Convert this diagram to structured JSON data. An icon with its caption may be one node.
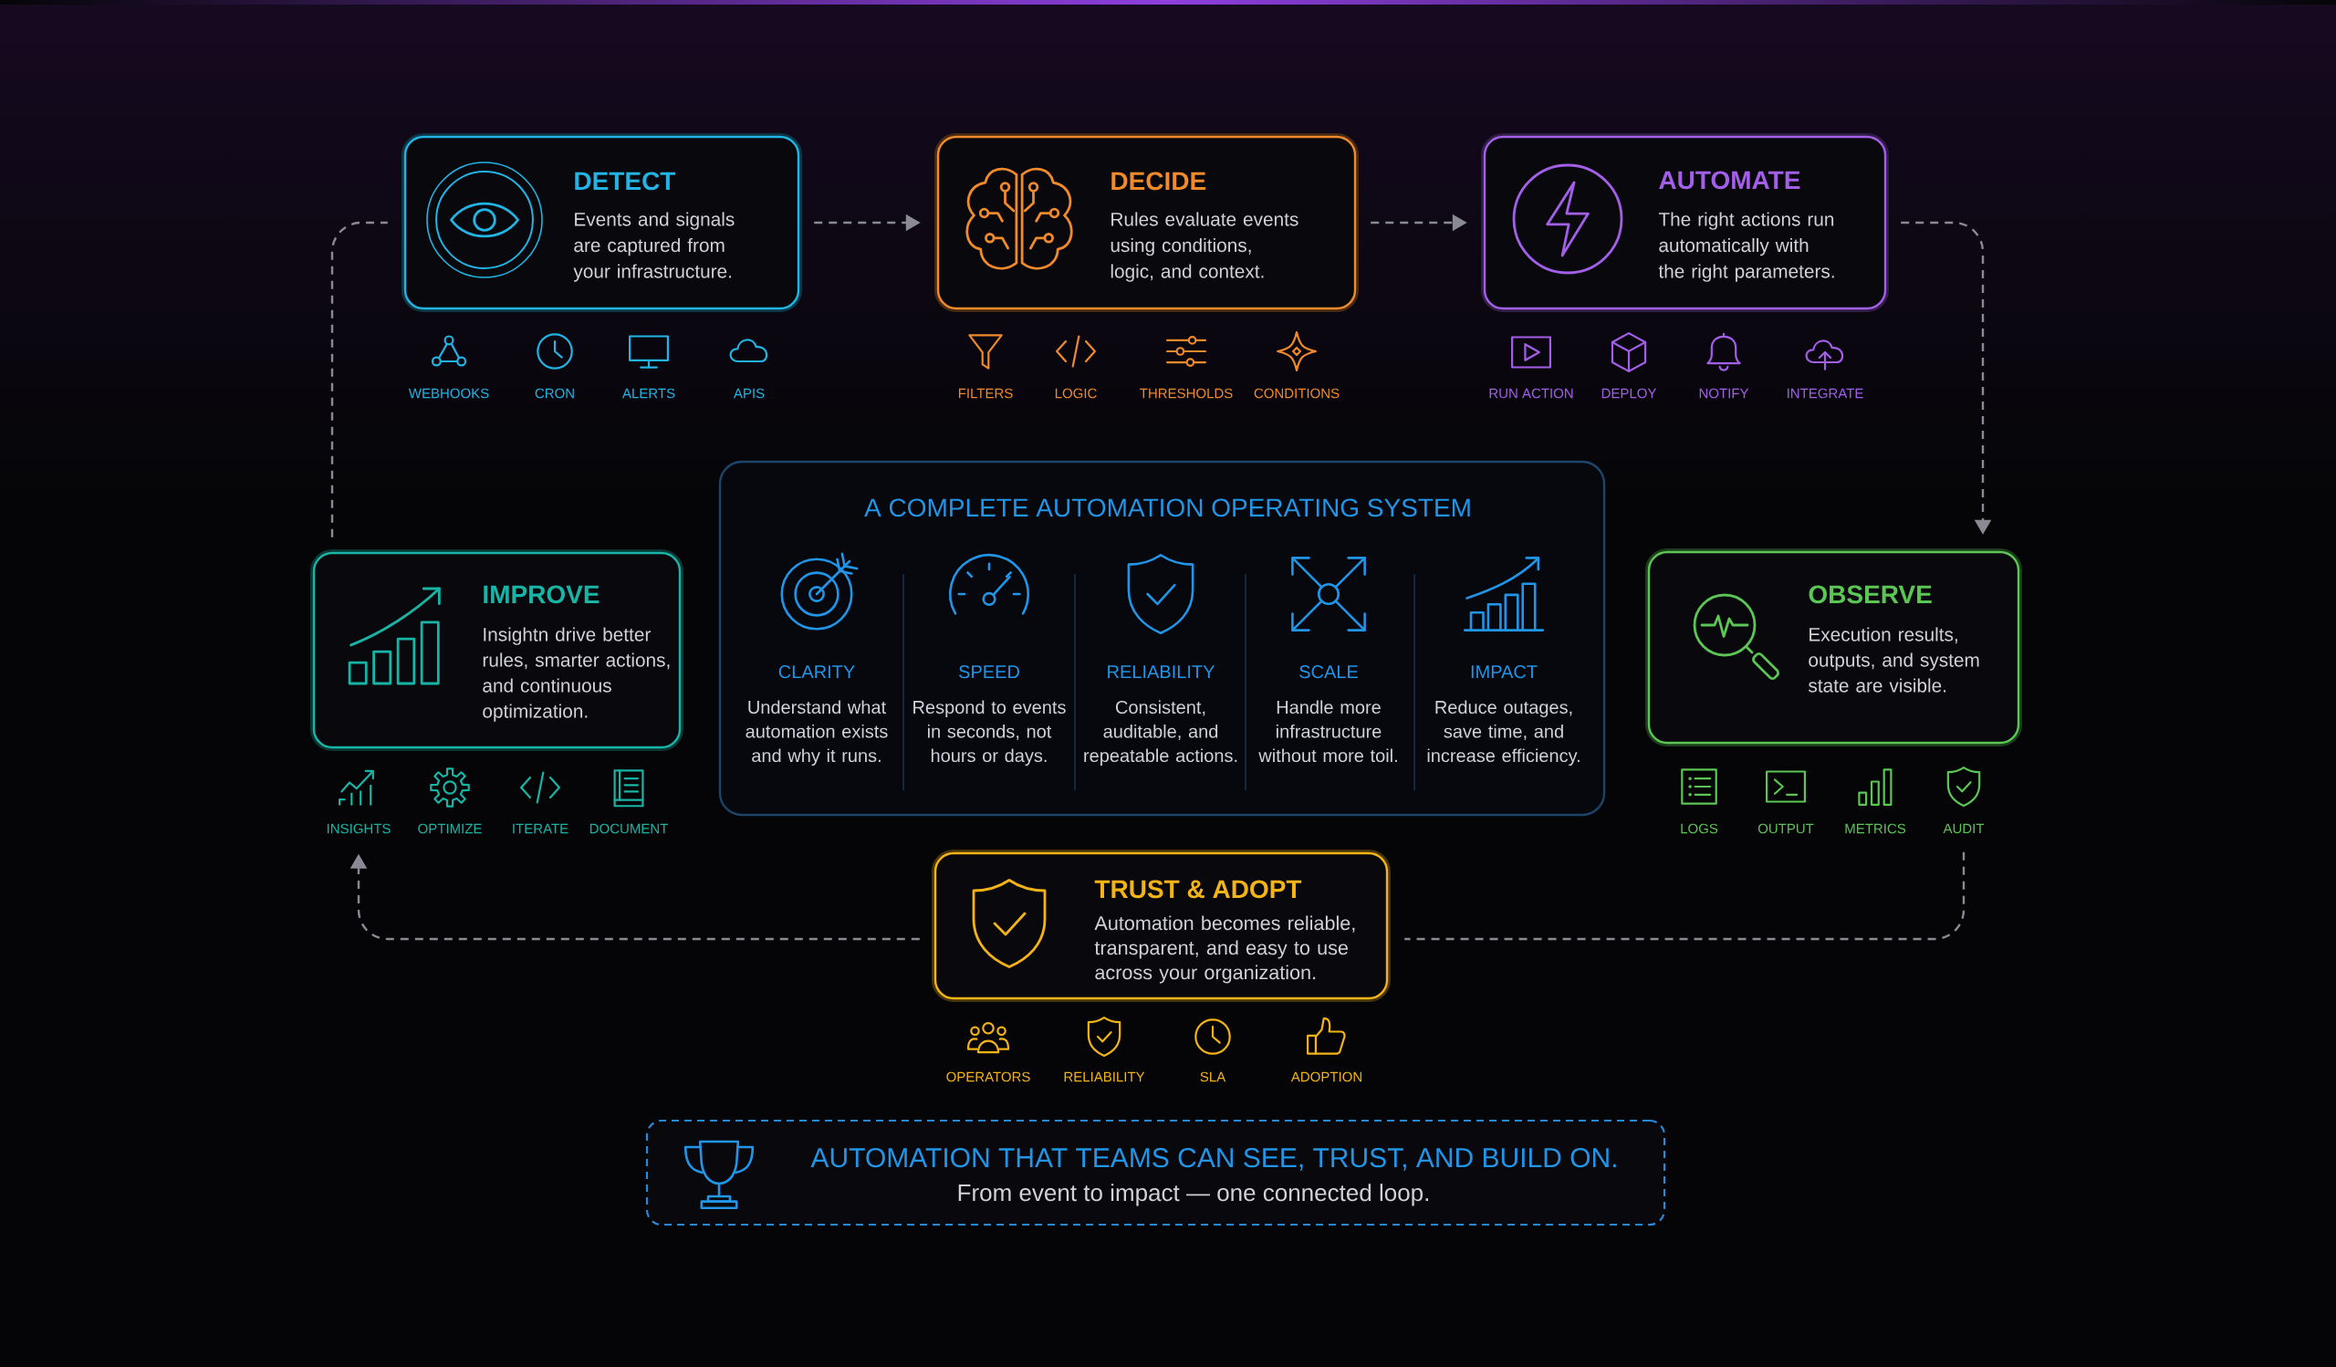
{
  "diagram": {
    "nodes": [
      {
        "text": [
          "DETECT",
          "Events and signals are captured from your infrastructure."
        ]
      },
      {
        "text": [
          "DECIDE",
          "Rules evaluate events using conditions, logic, and context."
        ]
      },
      {
        "text": [
          "AUTOMATE",
          "The right actions run automatically with the right parameters."
        ]
      },
      {
        "text": [
          "IMPROVE",
          "Insightn drive better rules, smarter actions, and continuous optimization."
        ]
      },
      {
        "text": [
          "A COMPLETE AUTOMATION OPERATING SYSTEM",
          "CLARITY",
          "Understand what automation exists and why it runs.",
          "SPEED",
          "Respond to events in seconds, not hours or days.",
          "RELIABILITY",
          "Consistent, auditable, and repeatable actions.",
          "SCALE",
          "Handle more infrastructure without more toil.",
          "IMPACT",
          "Reduce outages, save time, and increase efficiency."
        ]
      },
      {
        "text": [
          "OBSERVE",
          "Execution results, outputs, and system state are visible."
        ]
      },
      {
        "text": [
          "INSIGHTS"
        ]
      },
      {
        "text": [
          "AUDIT"
        ]
      },
      {
        "text": [
          "TRUST & ADOPT",
          "Automation becomes reliable, transparent, and easy to use across your organization."
        ]
      },
      {
        "text": [
          "AUTOMATION THAT TEAMS CAN SEE, TRUST, AND BUILD ON.",
          "From event to impact — one connected loop."
        ]
      }
    ],
    "edges": [
      {
        "from": 0,
        "to": 1,
        "arrow": "to",
        "style": "dashed"
      },
      {
        "from": 1,
        "to": 2,
        "arrow": "to",
        "style": "dashed"
      },
      {
        "from": 2,
        "to": 5,
        "arrow": "to",
        "style": "dashed"
      },
      {
        "from": 7,
        "to": 8,
        "arrow": "none",
        "style": "dashed"
      },
      {
        "from": 8,
        "to": 6,
        "arrow": "to",
        "style": "dashed"
      },
      {
        "from": 3,
        "to": 0,
        "arrow": "none",
        "style": "dashed"
      }
    ],
    "labels": [
      "WEBHOOKS",
      "CRON",
      "ALERTS",
      "APIS",
      "FILTERS",
      "LOGIC",
      "THRESHOLDS",
      "CONDITIONS",
      "RUN ACTION",
      "DEPLOY",
      "NOTIFY",
      "INTEGRATE",
      "OPTIMIZE",
      "ITERATE",
      "DOCUMENT",
      "LOGS",
      "OUTPUT",
      "METRICS",
      "OPERATORS",
      "RELIABILITY",
      "SLA",
      "ADOPTION"
    ]
  }
}
